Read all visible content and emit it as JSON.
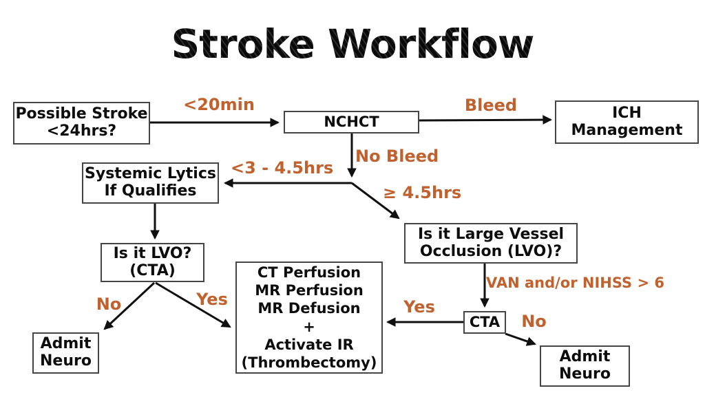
{
  "title": "Stroke Workflow",
  "colors": {
    "label_orange": "#c0612e",
    "line_black": "#101010",
    "box_border": "#454545",
    "background": "#ffffff"
  },
  "nodes": {
    "possible_stroke": {
      "text": "Possible Stroke\n<24hrs?"
    },
    "nchct": {
      "text": "NCHCT"
    },
    "ich_management": {
      "text": "ICH\nManagement"
    },
    "systemic_lytics": {
      "text": "Systemic Lytics\nIf Qualifies"
    },
    "is_it_lvo_cta": {
      "text": "Is it LVO?\n(CTA)"
    },
    "admit_neuro_left": {
      "text": "Admit\nNeuro"
    },
    "perfusion": {
      "text": "CT Perfusion\nMR Perfusion\nMR Defusion\n+\nActivate IR\n(Thrombectomy)"
    },
    "large_vessel_occlusion": {
      "text": "Is it Large Vessel\nOcclusion (LVO)?"
    },
    "cta_small": {
      "text": "CTA"
    },
    "admit_neuro_right": {
      "text": "Admit\nNeuro"
    }
  },
  "labels": {
    "under_20min": "<20min",
    "bleed": "Bleed",
    "no_bleed": "No Bleed",
    "three_to_4_5hrs": "<3 - 4.5hrs",
    "ge_4_5hrs": "≥ 4.5hrs",
    "van_nihss": "VAN and/or NIHSS > 6",
    "no_left": "No",
    "yes_left": "Yes",
    "yes_cta": "Yes",
    "no_cta": "No"
  }
}
